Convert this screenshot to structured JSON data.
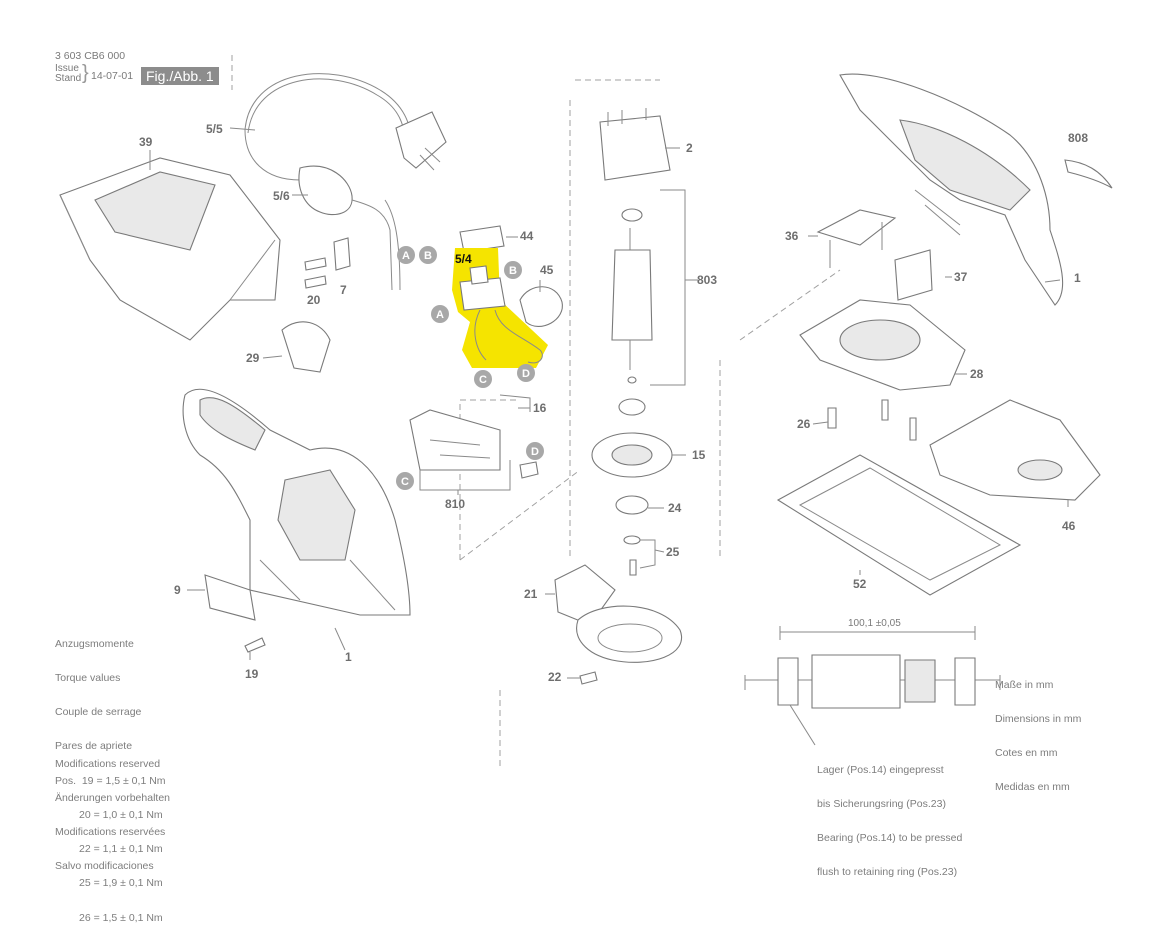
{
  "header": {
    "doc_number": "3 603 CB6 000",
    "issue_label_1": "Issue",
    "issue_label_2": "Stand",
    "issue_date": "14-07-01",
    "figure_label": "Fig./Abb. 1"
  },
  "highlight_color": "#f5e400",
  "parts": {
    "p1a": "1",
    "p1b": "1",
    "p2": "2",
    "p5_4": "5/4",
    "p5_5": "5/5",
    "p5_6": "5/6",
    "p7": "7",
    "p9": "9",
    "p15": "15",
    "p16": "16",
    "p19": "19",
    "p20": "20",
    "p21": "21",
    "p22": "22",
    "p24": "24",
    "p25": "25",
    "p26": "26",
    "p28": "28",
    "p29": "29",
    "p36": "36",
    "p37": "37",
    "p39": "39",
    "p44": "44",
    "p45": "45",
    "p46": "46",
    "p52": "52",
    "p803": "803",
    "p808": "808",
    "p810": "810"
  },
  "connectors": {
    "a": "A",
    "b": "B",
    "c": "C",
    "d": "D"
  },
  "armature_detail": {
    "dimension": "100,1 ±0,05",
    "units": [
      "Maße in mm",
      "Dimensions in mm",
      "Cotes en mm",
      "Medidas en mm"
    ],
    "bearing_note": [
      "Lager (Pos.14) eingepresst",
      "bis Sicherungsring (Pos.23)",
      "Bearing (Pos.14) to be pressed",
      "flush to retaining ring (Pos.23)"
    ]
  },
  "torque": {
    "titles": [
      "Anzugsmomente",
      "Torque values",
      "Couple de serrage",
      "Pares de apriete"
    ],
    "rows": [
      "Pos.  19 = 1,5 ± 0,1 Nm",
      "20 = 1,0 ± 0,1 Nm",
      "22 = 1,1 ± 0,1 Nm",
      "25 = 1,9 ± 0,1 Nm",
      "26 = 1,5 ± 0,1 Nm"
    ]
  },
  "modifications": [
    "Modifications reserved",
    "Änderungen vorbehalten",
    "Modifications reservées",
    "Salvo modificaciones"
  ]
}
